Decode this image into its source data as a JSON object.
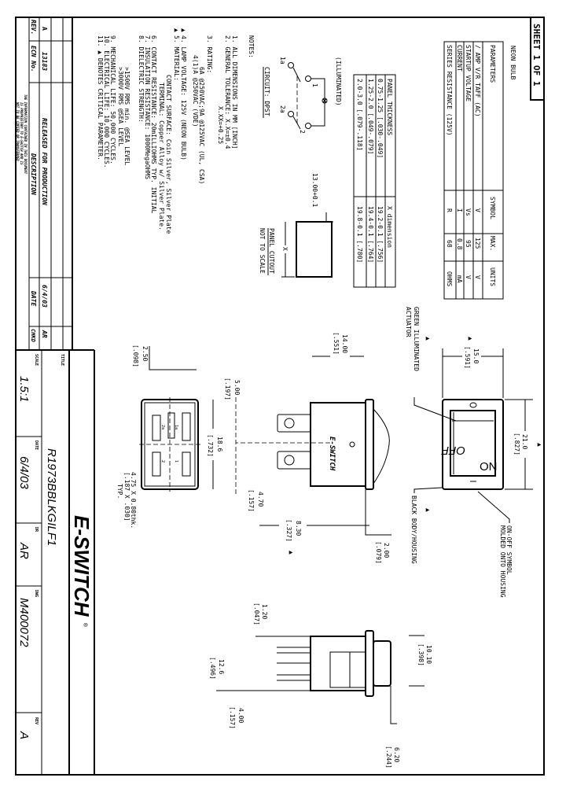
{
  "sheet": "SHEET 1 OF 1",
  "neon_bulb": {
    "title": "NEON BULB",
    "headers": [
      "PARAMETERS",
      "SYMBOL",
      "MAX.",
      "UNITS"
    ],
    "rows": [
      [
        "/ AMP V/R TAFF (AC)",
        "V",
        "125",
        "V"
      ],
      [
        "STARTUP VOLTAGE",
        "Vs",
        "95",
        "V"
      ],
      [
        "CURRENT",
        "I",
        "0.8",
        "mA"
      ],
      [
        "SERIES RESISTANCE (125V)",
        "R",
        "68",
        "OHMS"
      ]
    ]
  },
  "panel_table": {
    "headers": [
      "PANEL THICKNESS",
      "X dimension"
    ],
    "rows": [
      [
        "0.75-1.25 [.030-.049]",
        "19.2-0.1 [.756]"
      ],
      [
        "1.25-2.0 [.049-.079]",
        "19.4-0.1 [.764]"
      ],
      [
        "2.0-3.0 [.079-.118]",
        "19.8-0.1 [.780]"
      ]
    ]
  },
  "circuit": {
    "illum": "(ILLUMINATED)",
    "label": "CIRCUIT: DPST",
    "terminals": [
      "1a",
      "1",
      "2a",
      "2"
    ]
  },
  "panel_cutout": {
    "dim": "13.00+0.1",
    "x": "X",
    "label": "PANEL CUTOUT",
    "note": "NOT TO SCALE"
  },
  "notes": {
    "title": "NOTES:",
    "lines": [
      "1.  ALL DIMENSIONS IN MM [INCH]",
      "2.  GENERAL TOLERANCE: X.X=±0.4",
      "X.XX=+0.25",
      "3.  RATING:",
      "6A @250VAC;9A @125VAC (UL, CSA)",
      "4(1)A @250VAC (VDE)",
      "4.  LAMP VOLTAGE: 125V (NEON BULB)",
      "5.  MATERIAL:",
      "CONTACT SURFACE: Coin Silver, Silver Plate",
      "TERMINAL: Copper Alloy w/ Silver Plate.",
      "6.  CONTACT RESISTANCE: 20mILLIOHMS TYP. INITIAL",
      "7.  INSULATION RESISTANCE: 1000MegaOHMS",
      "8.  DIELECTRIC STRENGTH:",
      ">1500V RMS min. @SEA LEVEL",
      ">3000V RMS @SEA LEVEL",
      "9.  MECHANICAL LIFE: 50,000 CYCLES.",
      "10. ELECTRICAL LIFE: 10,000 CYCLES.",
      "11. ▲ DENOTES CRITICAL PARAMETER."
    ]
  },
  "front_view": {
    "on": "ON",
    "off": "OFF",
    "dim_width": "21.0",
    "dim_width_in": "[.827]",
    "dim_height": "15.0",
    "dim_height_in": "[.591]",
    "label_actuator_1": "GREEN ILLUMINATED",
    "label_actuator_2": "ACTUATOR",
    "label_body": "BLACK BODY/HOUSING",
    "label_symbol_1": "ON-OFF SYMBOL",
    "label_symbol_2": "MOLDED ONTO HOUSING"
  },
  "side_view": {
    "brand": "E-SWITCH",
    "dims": {
      "d14": "14.00",
      "d14_in": "[.551]",
      "d5": "5.00",
      "d5_in": "[.197]",
      "d18": "18.6",
      "d18_in": "[.732]",
      "d47": "4.70",
      "d47_in": "[.157]",
      "d83": "8.30",
      "d83_in": "[.327]",
      "d2": "2.00",
      "d2_in": "[.079]",
      "d25": "2.50",
      "d25_in": "[.098]",
      "tab_1": "4.75 X 0.80thk.",
      "tab_2": "[.187 X .030]",
      "tab_3": "TYP."
    },
    "pins": [
      "1a",
      "2a",
      "1",
      "2"
    ]
  },
  "end_view": {
    "d10": "10.10",
    "d10_in": "[.398]",
    "d62": "6.20",
    "d62_in": "[.244]",
    "d12": "1.20",
    "d12_in": "[.047]",
    "d126": "12.6",
    "d126_in": "[.496]",
    "d4": "4.00",
    "d4_in": "[.157]"
  },
  "critical_mark": "▲",
  "revision_block": {
    "headers": [
      "REV.",
      "ECN No.",
      "DESCRIPTION",
      "DATE",
      "CHKD"
    ],
    "row": [
      "A",
      "13183",
      "RELEASED FOR PRODUCTION",
      "6/4/03",
      "AR"
    ],
    "proprietary": [
      "THE INFORMATION CONTAINED IN THIS DOCUMENT",
      "IS PROPRIETARY TO E-SWITCH AND IS",
      "NOT TO BE COPIED OR TRANSFERRED"
    ]
  },
  "title_block": {
    "logo": "E-SWITCH",
    "registered": "®",
    "title_label": "TITLE",
    "title": "R1973BBLKGILF1",
    "scale_label": "SCALE",
    "scale": "1.5:1",
    "date_label": "DATE",
    "date": "6/4/03",
    "dr_label": "DR",
    "dr": "AR",
    "dwg_label": "DWG",
    "dwg": "M400072",
    "rev_label": "REV",
    "rev": "A"
  }
}
